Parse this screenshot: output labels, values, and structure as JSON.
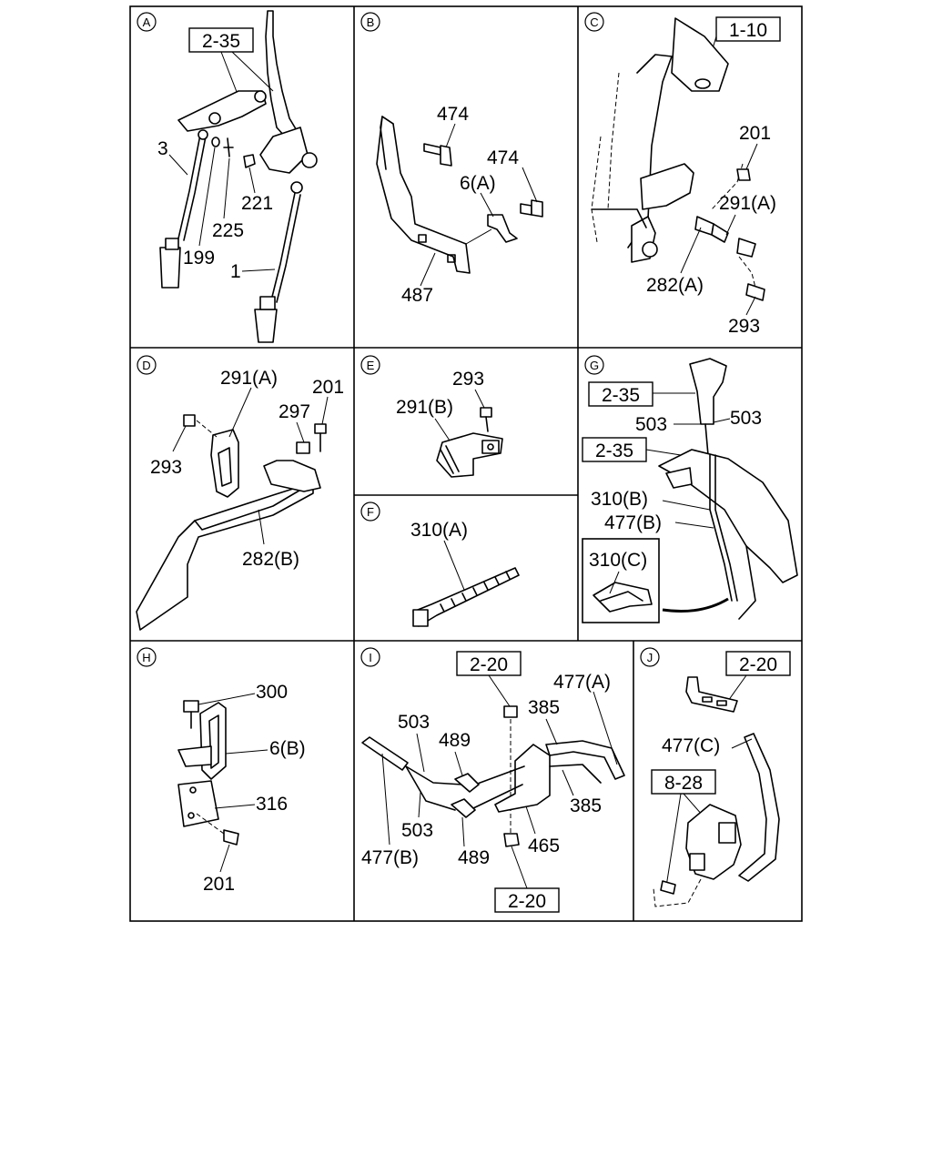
{
  "panels": {
    "A": {
      "letter": "A",
      "ref": "2-35",
      "parts": [
        "3",
        "221",
        "225",
        "199",
        "1"
      ]
    },
    "B": {
      "letter": "B",
      "parts": [
        "474",
        "474",
        "6(A)",
        "487"
      ]
    },
    "C": {
      "letter": "C",
      "ref": "1-10",
      "parts": [
        "201",
        "291(A)",
        "282(A)",
        "293"
      ]
    },
    "D": {
      "letter": "D",
      "parts": [
        "291(A)",
        "201",
        "297",
        "293",
        "282(B)"
      ]
    },
    "E": {
      "letter": "E",
      "parts": [
        "293",
        "291(B)"
      ]
    },
    "F": {
      "letter": "F",
      "parts": [
        "310(A)"
      ]
    },
    "G": {
      "letter": "G",
      "ref_top": "2-35",
      "ref_mid": "2-35",
      "detail_ref": "310(C)",
      "parts": [
        "503",
        "503",
        "310(B)",
        "477(B)"
      ]
    },
    "H": {
      "letter": "H",
      "parts": [
        "300",
        "6(B)",
        "316",
        "201"
      ]
    },
    "I": {
      "letter": "I",
      "ref_top": "2-20",
      "ref_bottom": "2-20",
      "parts": [
        "477(A)",
        "385",
        "503",
        "489",
        "385",
        "503",
        "477(B)",
        "489",
        "465"
      ]
    },
    "J": {
      "letter": "J",
      "ref_top": "2-20",
      "ref_mid": "8-28",
      "parts": [
        "477(C)"
      ]
    }
  }
}
